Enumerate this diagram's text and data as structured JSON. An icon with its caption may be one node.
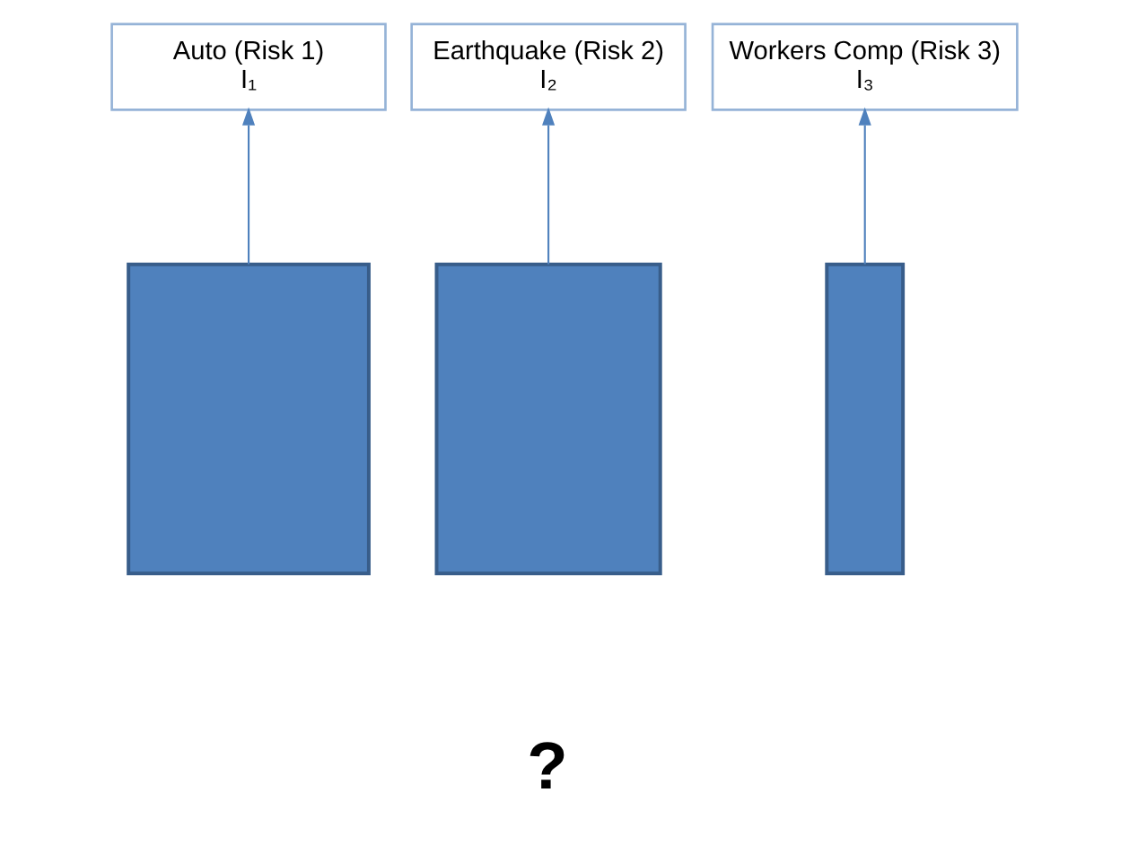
{
  "diagram": {
    "nodes": [
      {
        "text": [
          "Auto (Risk 1)",
          "I₁"
        ]
      },
      {
        "text": [
          "Earthquake (Risk 2)",
          "I₂"
        ]
      },
      {
        "text": [
          "Workers Comp (Risk 3)",
          "I₃"
        ]
      },
      {
        "text": [],
        "shape": "box"
      },
      {
        "text": [],
        "shape": "box"
      },
      {
        "text": [],
        "shape": "box"
      }
    ],
    "edges": [
      {
        "from": 3,
        "to": 0,
        "arrow": "to"
      },
      {
        "from": 4,
        "to": 1,
        "arrow": "to"
      },
      {
        "from": 5,
        "to": 2,
        "arrow": "to"
      }
    ],
    "labels": [
      "?"
    ]
  }
}
